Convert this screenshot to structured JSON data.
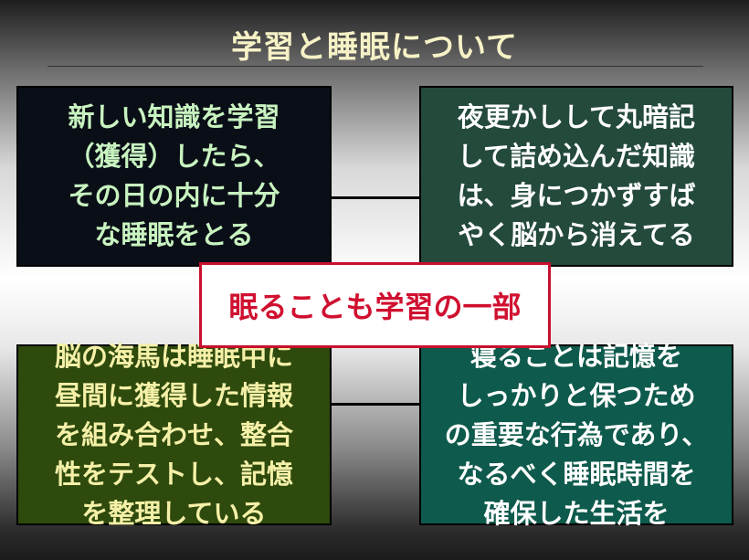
{
  "title": "学習と睡眠について",
  "boxes": {
    "top_left": "新しい知識を学習\n（獲得）したら、\nその日の内に十分\nな睡眠をとる",
    "top_right": "夜更かしして丸暗記\nして詰め込んだ知識\nは、身につかずすば\nやく脳から消えてる",
    "bottom_left": "脳の海馬は睡眠中に\n昼間に獲得した情報\nを組み合わせ、整合\n性をテストし、記憶\nを整理している",
    "bottom_right": "寝ることは記憶を\nしっかりと保つため\nの重要な行為であり、\nなるべく睡眠時間を\n確保した生活を"
  },
  "center": "眠ることも学習の一部",
  "colors": {
    "accent": "#c8102e"
  }
}
